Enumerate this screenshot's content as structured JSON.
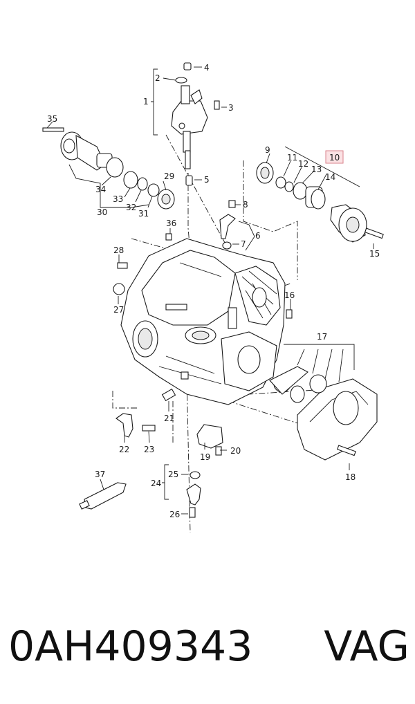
{
  "caption": {
    "part_number": "0AH409343",
    "brand": "VAG"
  },
  "callouts": {
    "c1": "1",
    "c2": "2",
    "c3": "3",
    "c4": "4",
    "c5": "5",
    "c6": "6",
    "c7": "7",
    "c8": "8",
    "c9": "9",
    "c10": "10",
    "c11": "11",
    "c12": "12",
    "c13": "13",
    "c14": "14",
    "c15": "15",
    "c16": "16",
    "c17": "17",
    "c18": "18",
    "c19": "19",
    "c20": "20",
    "c21": "21",
    "c22": "22",
    "c23": "23",
    "c24": "24",
    "c25": "25",
    "c26": "26",
    "c27": "27",
    "c28": "28",
    "c29": "29",
    "c30": "30",
    "c31": "31",
    "c32": "32",
    "c33": "33",
    "c34": "34",
    "c35": "35",
    "c36": "36",
    "c37": "37"
  },
  "highlighted_callout": "10",
  "colors": {
    "highlight_fill": "#fbe2e4",
    "highlight_border": "#d9828b",
    "line": "#1a1a1a"
  }
}
